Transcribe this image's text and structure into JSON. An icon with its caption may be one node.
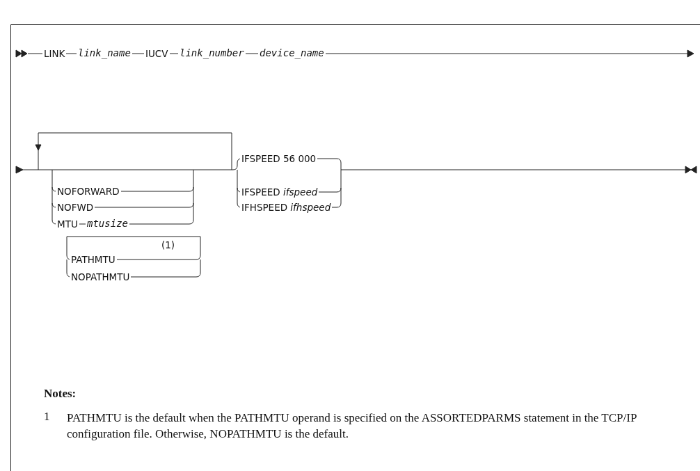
{
  "diagram": {
    "labels": [
      "LINK",
      "link_name",
      "IUCV",
      "link_number",
      "device_name",
      "IFSPEED 56 000",
      "NOFORWARD",
      "IFSPEED *ifspeed*",
      "NOFWD",
      "IFHSPEED *ifhspeed*",
      "MTU",
      "mtusize",
      "(1)",
      "PATHMTU",
      "NOPATHMTU",
      "Notes:",
      "1",
      "PATHMTU is the default when the PATHMTU operand is specified on the ASSORTEDPARMS statement in the TCP/IP configuration file. Otherwise, NOPATHMTU is the default."
    ]
  }
}
